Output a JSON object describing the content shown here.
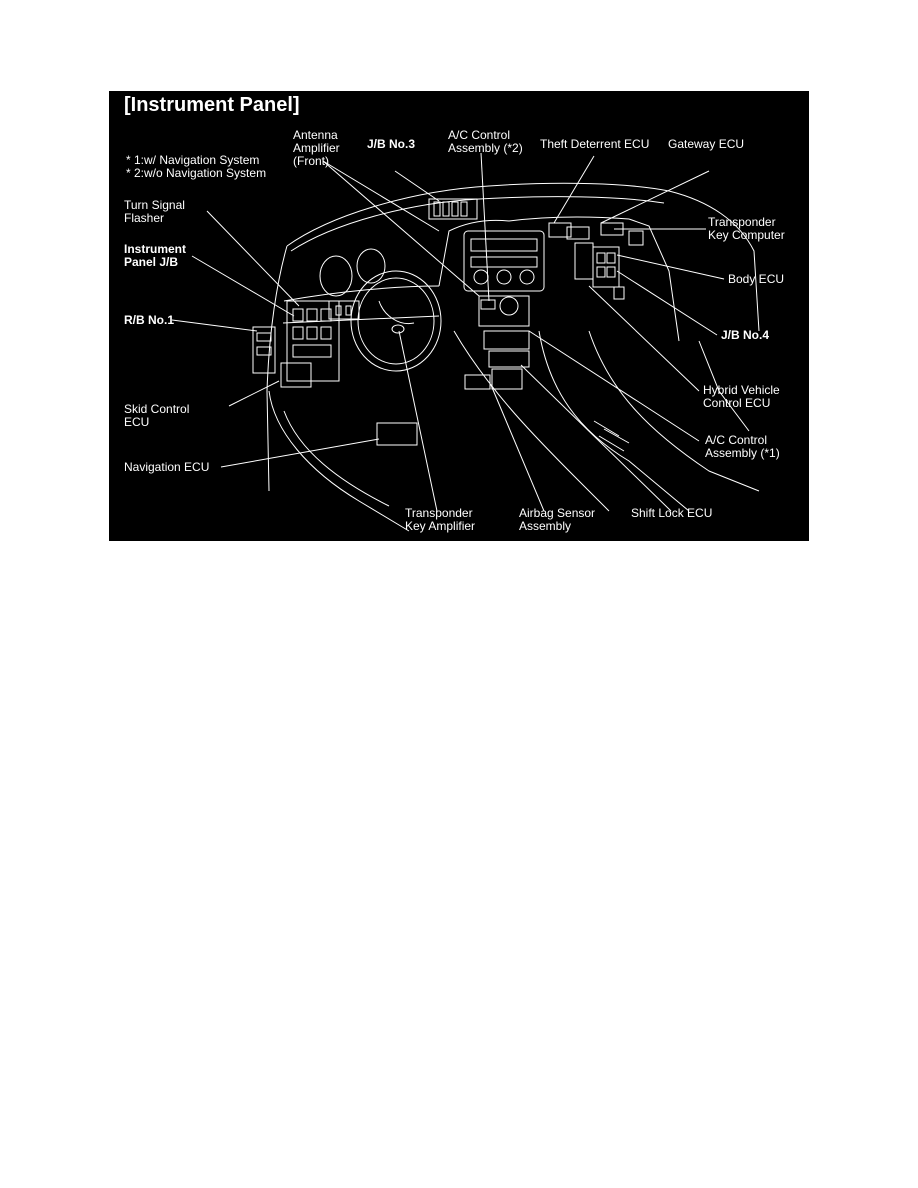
{
  "title": "[Instrument Panel]",
  "notes": [
    "* 1:w/ Navigation System",
    "* 2:w/o Navigation System"
  ],
  "labels": {
    "antenna_amplifier": "Antenna\nAmplifier\n(Front)",
    "jb_no3": "J/B No.3",
    "ac_control_2": "A/C Control\nAssembly (*2)",
    "theft_deterrent_ecu": "Theft Deterrent ECU",
    "gateway_ecu": "Gateway ECU",
    "turn_signal_flasher": "Turn Signal\nFlasher",
    "transponder_key_computer": "Transponder\nKey Computer",
    "instrument_panel_jb": "Instrument\nPanel J/B",
    "body_ecu": "Body ECU",
    "rb_no1": "R/B No.1",
    "jb_no4": "J/B No.4",
    "hybrid_vehicle_ecu": "Hybrid Vehicle\nControl ECU",
    "skid_control_ecu": "Skid Control\nECU",
    "ac_control_1": "A/C Control\nAssembly (*1)",
    "navigation_ecu": "Navigation ECU",
    "transponder_key_amplifier": "Transponder\nKey Amplifier",
    "airbag_sensor": "Airbag Sensor\nAssembly",
    "shift_lock_ecu": "Shift Lock ECU"
  },
  "colors": {
    "background": "#000000",
    "ink": "#ffffff",
    "page": "#ffffff"
  }
}
